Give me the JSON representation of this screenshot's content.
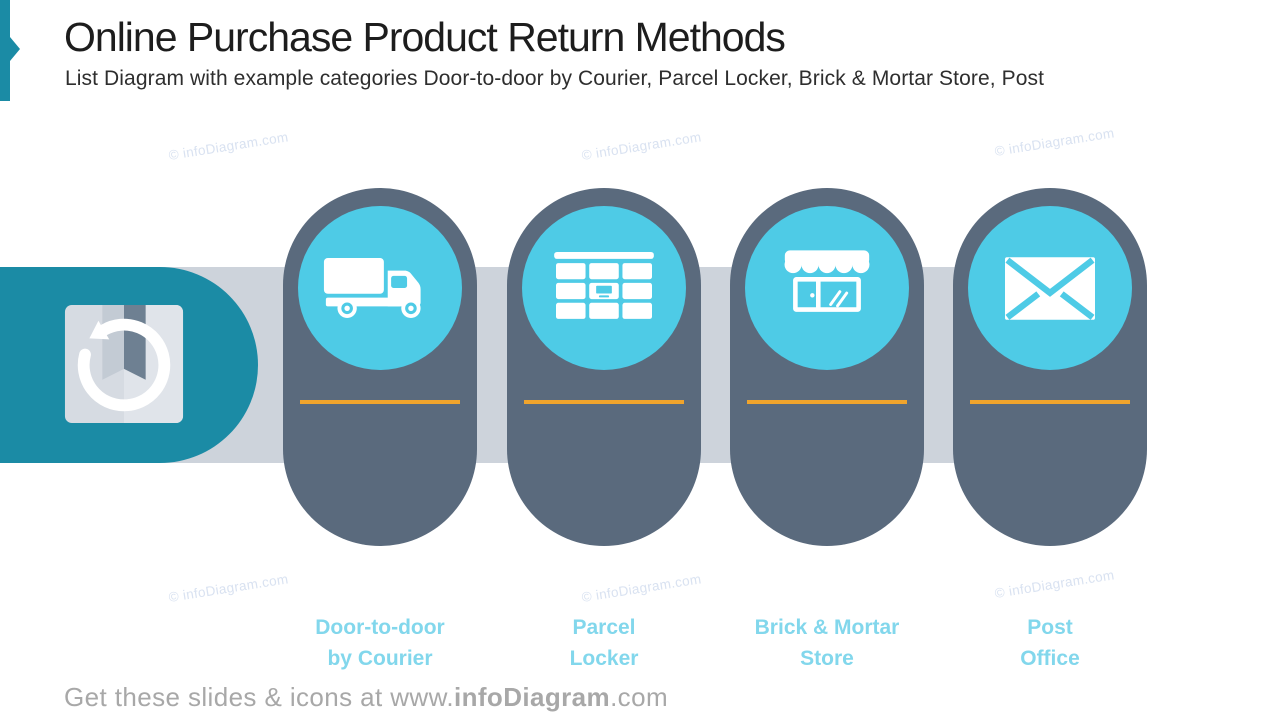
{
  "slide": {
    "title": "Online Purchase Product Return Methods",
    "subtitle": "List Diagram with example categories Door-to-door by Courier, Parcel Locker, Brick & Mortar Store, Post"
  },
  "start_node": {
    "icon": "product-return-package-icon"
  },
  "items": [
    {
      "line1": "Door-to-door",
      "line2": "by Courier",
      "icon": "delivery-truck-icon"
    },
    {
      "line1": "Parcel",
      "line2": "Locker",
      "icon": "parcel-locker-icon"
    },
    {
      "line1": "Brick & Mortar",
      "line2": "Store",
      "icon": "storefront-icon"
    },
    {
      "line1": "Post",
      "line2": "Office",
      "icon": "envelope-icon"
    }
  ],
  "watermark": {
    "text": "© infoDiagram.com"
  },
  "footer": {
    "prefix": "Get these slides & icons at ",
    "www": "www.",
    "brand": "infoDiagram",
    "suffix": ".com"
  },
  "colors": {
    "teal": "#1B8BA5",
    "slate": "#5A6A7D",
    "cyan": "#4ECBE6",
    "label": "#82D7EC",
    "yellow": "#F0A42C",
    "band": "#CDD3DB",
    "title": "#1D1D1D",
    "subtitle": "#2E2E2E",
    "footer": "#A8A8A8",
    "watermark": "#D9E2F1",
    "box_light": "#D6DBE2",
    "box_lighter": "#E0E4EA",
    "ribbon_light": "#C3CBD4",
    "ribbon_dark": "#6E8092"
  }
}
